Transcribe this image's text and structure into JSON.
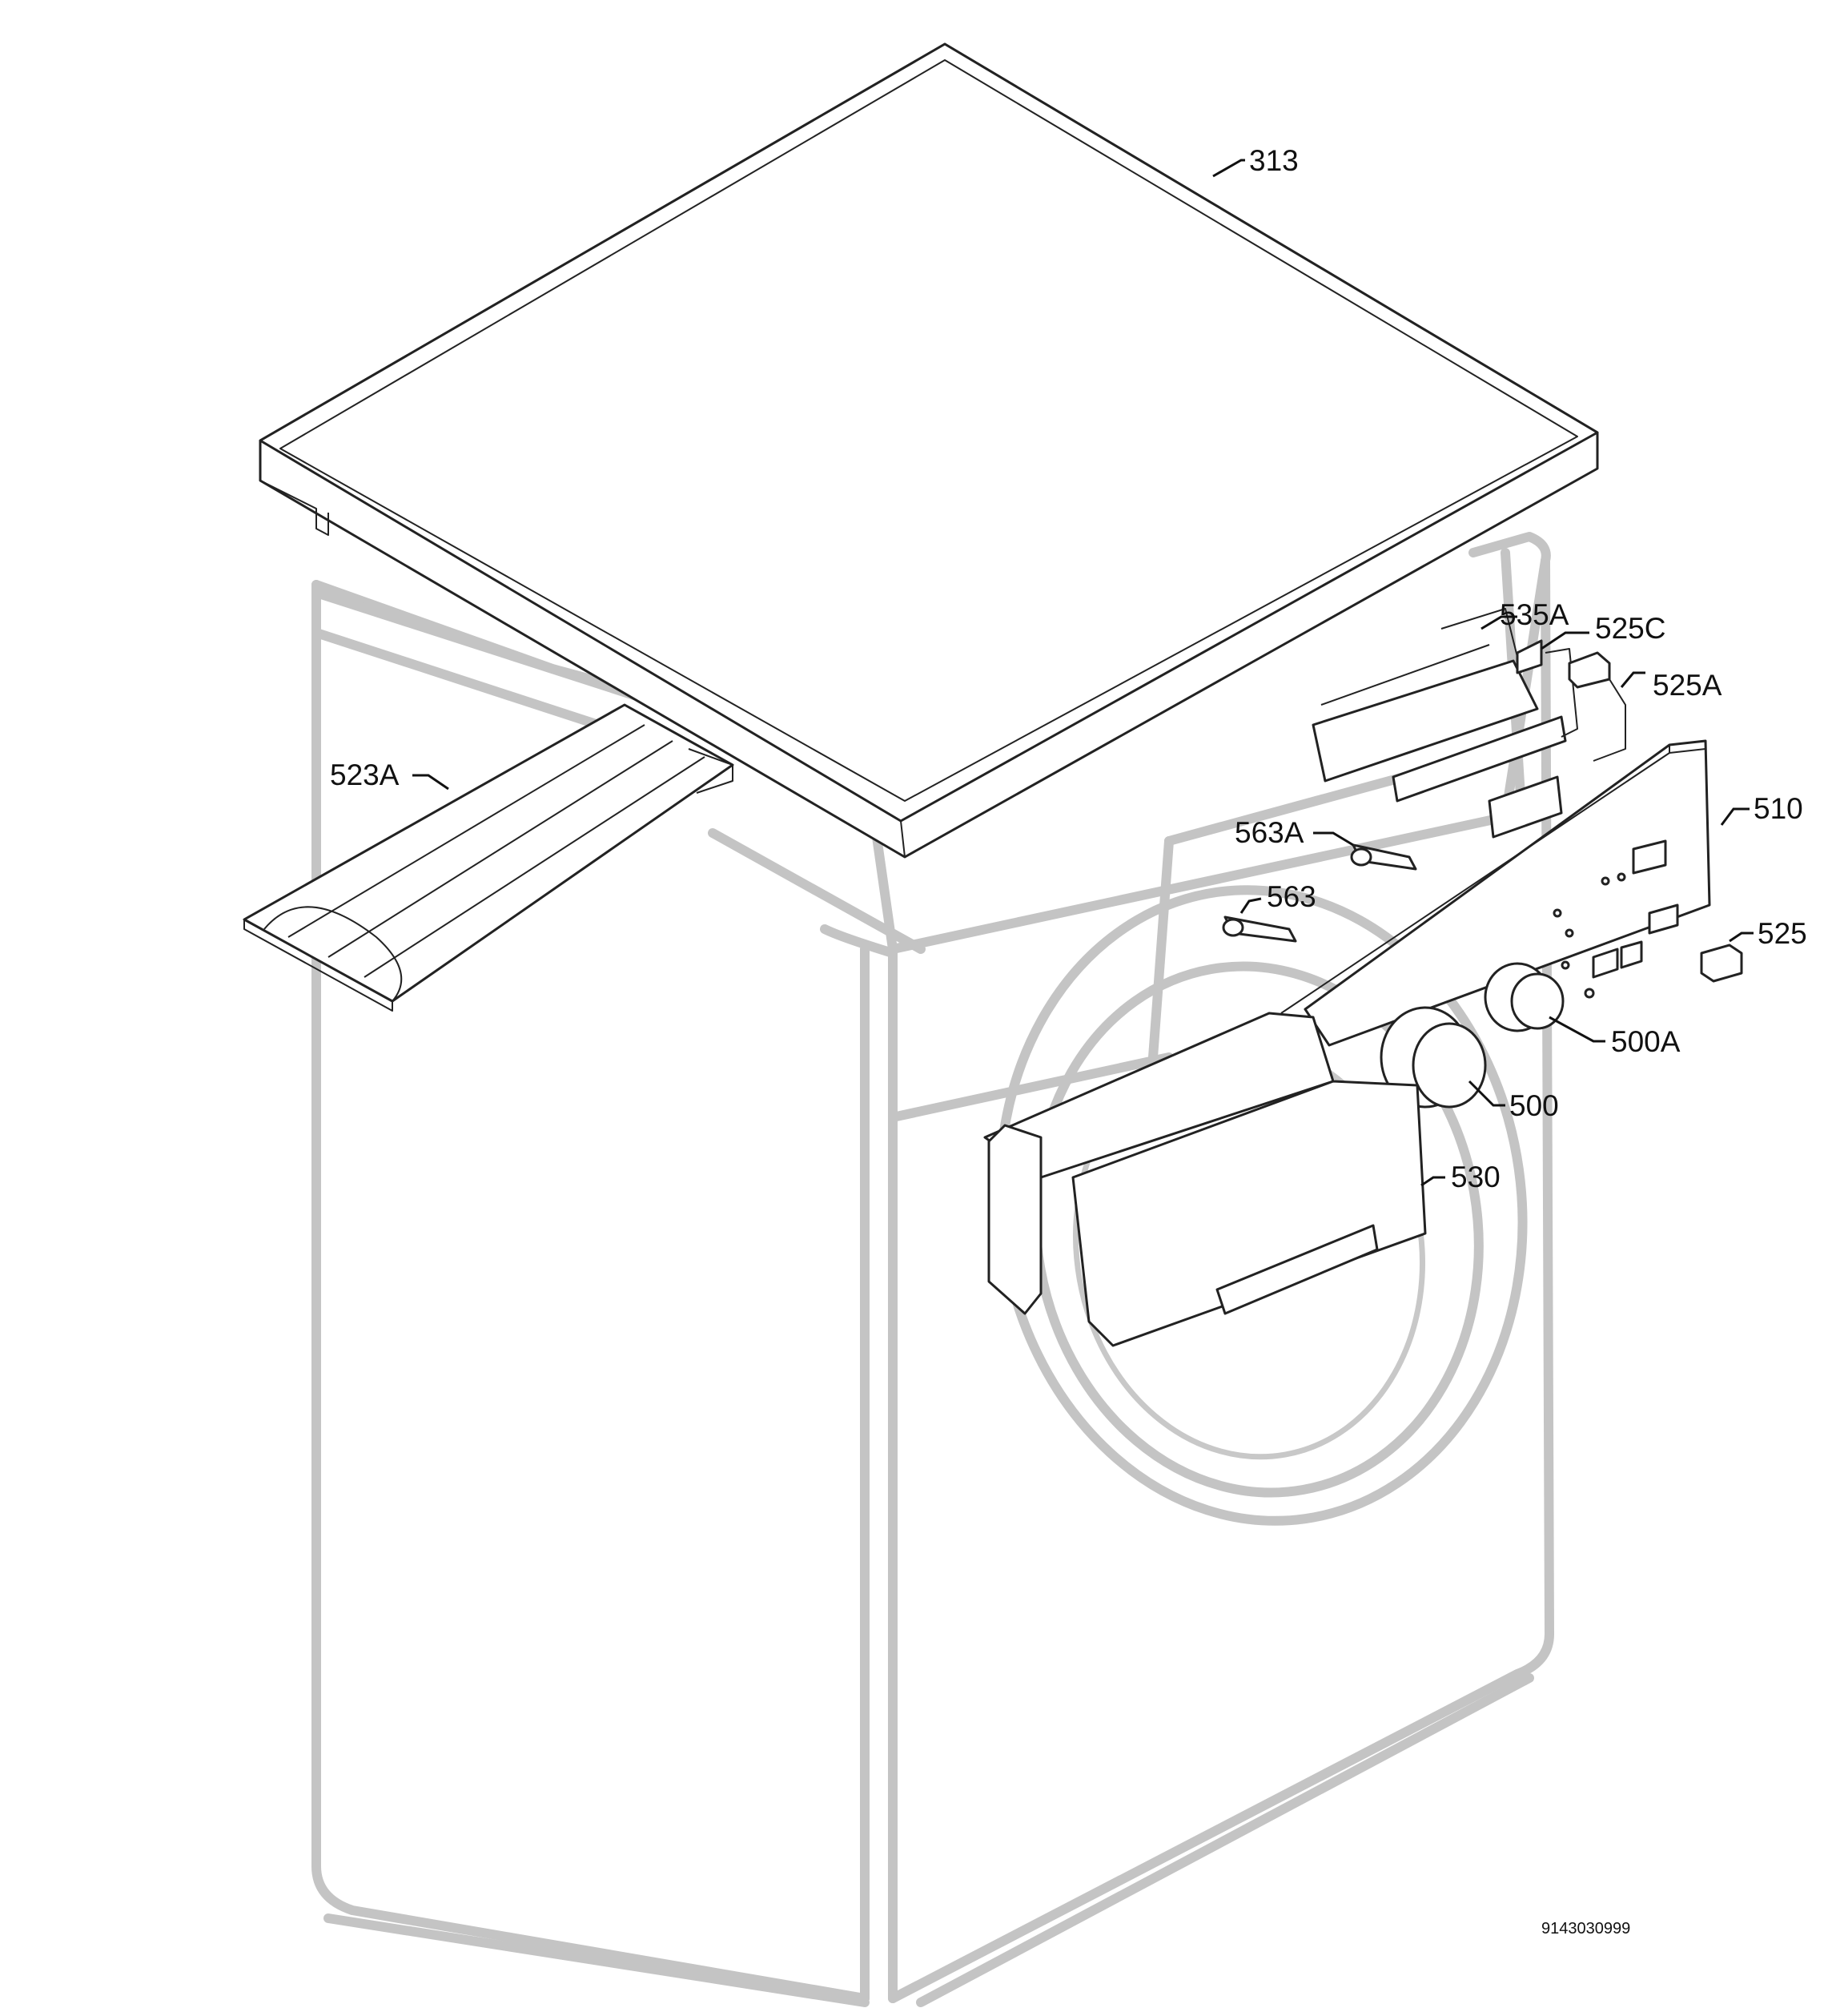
{
  "diagram": {
    "document_number": "9143030999",
    "callouts": [
      {
        "id": "313",
        "text": "313"
      },
      {
        "id": "535A",
        "text": "535A"
      },
      {
        "id": "525C",
        "text": "525C"
      },
      {
        "id": "525A",
        "text": "525A"
      },
      {
        "id": "523A",
        "text": "523A"
      },
      {
        "id": "510",
        "text": "510"
      },
      {
        "id": "563A",
        "text": "563A"
      },
      {
        "id": "563",
        "text": "563"
      },
      {
        "id": "525",
        "text": "525"
      },
      {
        "id": "500A",
        "text": "500A"
      },
      {
        "id": "500",
        "text": "500"
      },
      {
        "id": "530",
        "text": "530"
      }
    ]
  }
}
